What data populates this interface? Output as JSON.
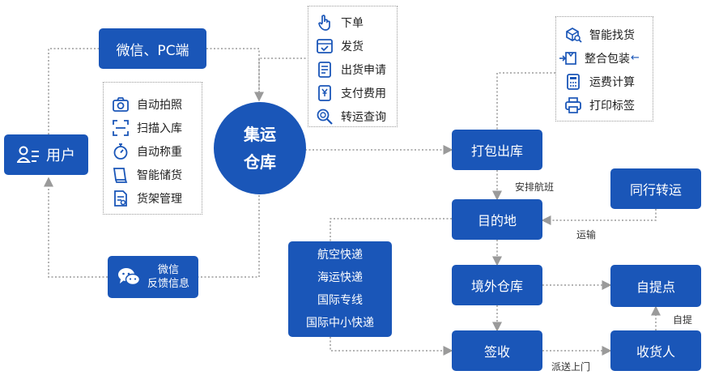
{
  "nodes": {
    "user": "用户",
    "wechat_pc": "微信、PC端",
    "hub_line1": "集运",
    "hub_line2": "仓库",
    "feedback_line1": "微信",
    "feedback_line2": "反馈信息",
    "pack_out": "打包出库",
    "destination": "目的地",
    "peer_transfer": "同行转运",
    "overseas_warehouse": "境外仓库",
    "pickup_point": "自提点",
    "sign": "签收",
    "receiver": "收货人"
  },
  "express_box": [
    "航空快递",
    "海运快递",
    "国际专线",
    "国际中小快递"
  ],
  "warehouse_features": [
    {
      "icon": "camera-icon",
      "label": "自动拍照"
    },
    {
      "icon": "scan-icon",
      "label": "扫描入库"
    },
    {
      "icon": "stopwatch-icon",
      "label": "自动称重"
    },
    {
      "icon": "book-icon",
      "label": "智能储货"
    },
    {
      "icon": "document-icon",
      "label": "货架管理"
    }
  ],
  "client_features": [
    {
      "icon": "hand-pointer-icon",
      "label": "下单"
    },
    {
      "icon": "box-check-icon",
      "label": "发货"
    },
    {
      "icon": "list-icon",
      "label": "出货申请"
    },
    {
      "icon": "payment-icon",
      "label": "支付费用"
    },
    {
      "icon": "search-icon",
      "label": "转运查询"
    }
  ],
  "packing_features": [
    {
      "icon": "package-search-icon",
      "label": "智能找货"
    },
    {
      "icon": "package-merge-icon",
      "label": "整合包装"
    },
    {
      "icon": "calculator-icon",
      "label": "运费计算"
    },
    {
      "icon": "printer-icon",
      "label": "打印标签"
    }
  ],
  "edge_labels": {
    "arrange_flight": "安排航班",
    "transport": "运输",
    "self_pickup": "自提",
    "deliver_door": "派送上门"
  },
  "colors": {
    "primary": "#1a56b8",
    "line": "#9a9a9a"
  }
}
